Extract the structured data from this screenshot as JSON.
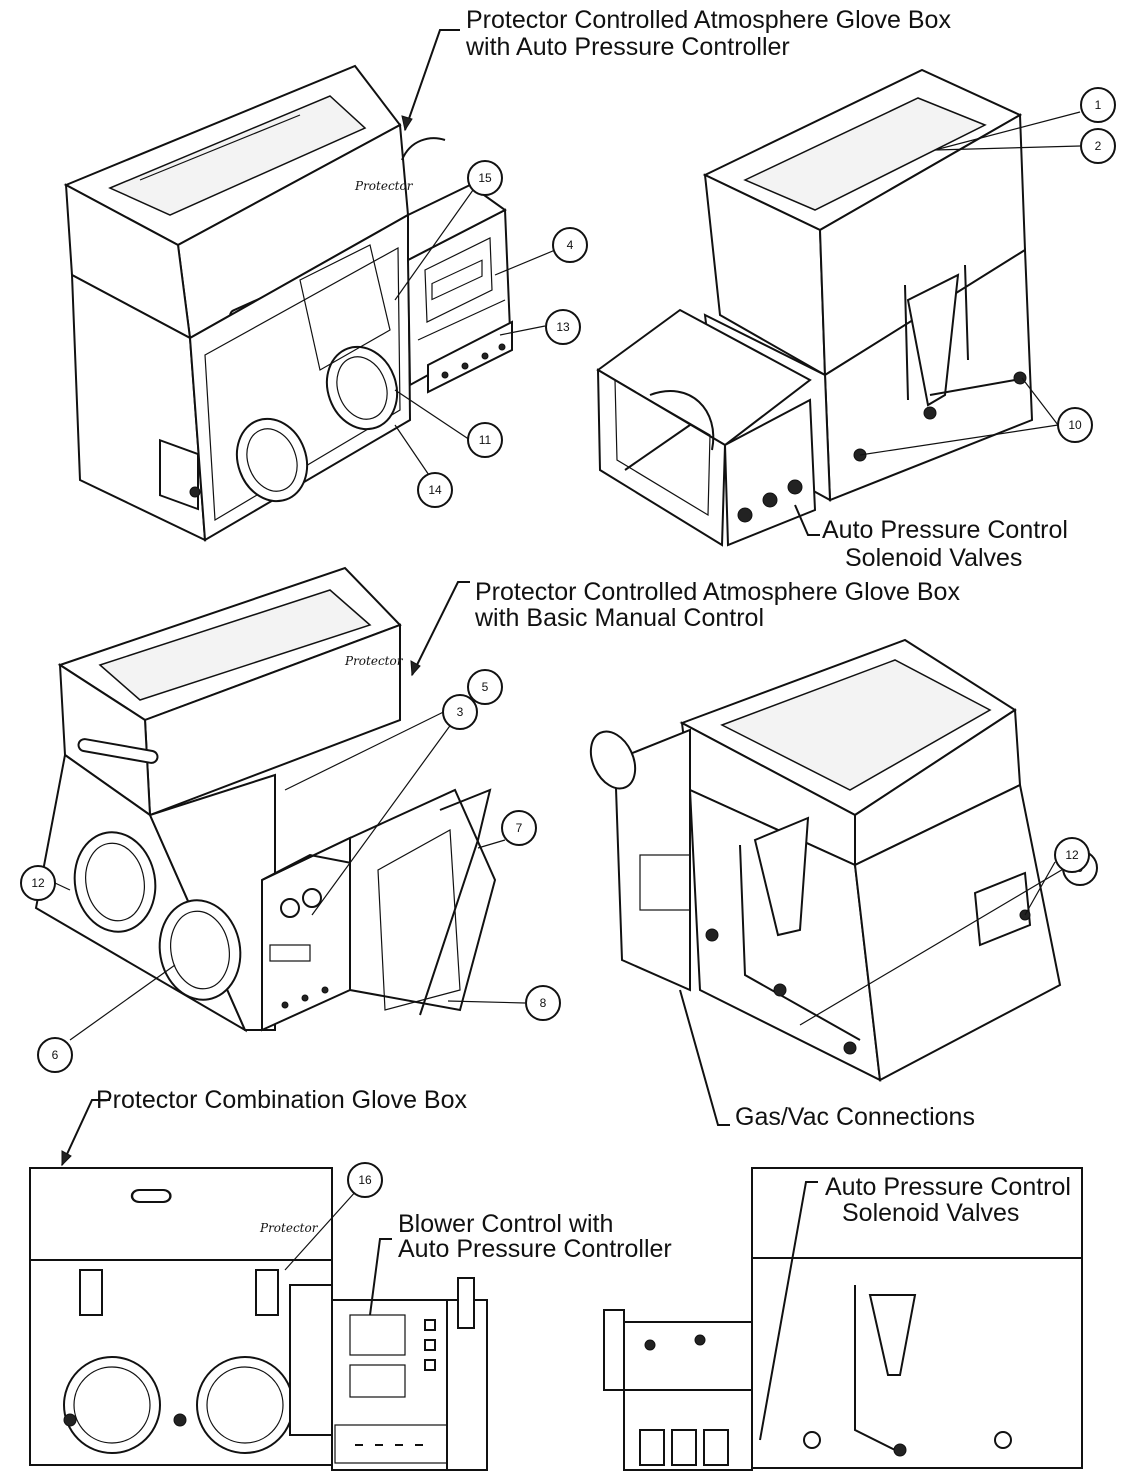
{
  "labels": {
    "top_title_1": "Protector Controlled Atmosphere Glove Box",
    "top_title_2": "with Auto Pressure Controller",
    "apc_valves_1": "Auto Pressure Control",
    "apc_valves_2": "Solenoid Valves",
    "mid_title_1": "Protector Controlled Atmosphere Glove Box",
    "mid_title_2": "with Basic Manual Control",
    "combo_title": "Protector Combination Glove Box",
    "gas_vac": "Gas/Vac Connections",
    "blower_1": "Blower Control with",
    "blower_2": "Auto Pressure Controller",
    "apc_valves_b1": "Auto Pressure Control",
    "apc_valves_b2": "Solenoid Valves",
    "brand": "Protector"
  },
  "callouts": [
    "1",
    "2",
    "3",
    "4",
    "5",
    "6",
    "7",
    "8",
    "9",
    "10",
    "11",
    "12",
    "13",
    "14",
    "15",
    "16"
  ]
}
